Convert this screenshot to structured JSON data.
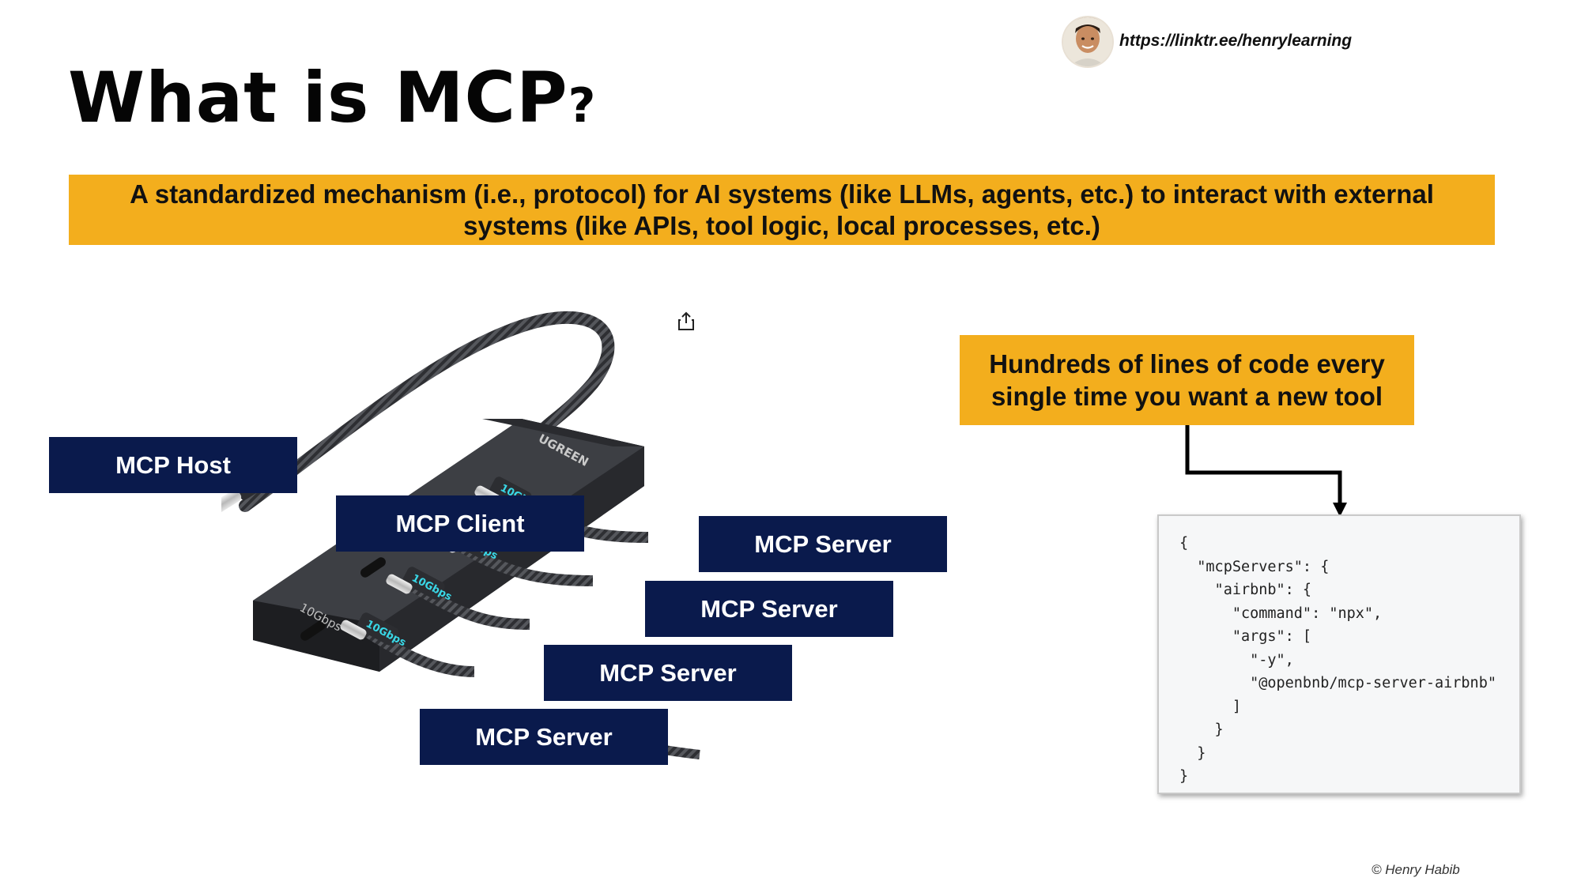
{
  "header": {
    "link_text": "https://linktr.ee/henrylearning",
    "title_main": "What is MCP",
    "title_qmark": "?"
  },
  "banner": {
    "text": "A standardized mechanism (i.e., protocol) for AI systems (like LLMs, agents, etc.) to interact with external systems (like APIs, tool logic, local processes, etc.)"
  },
  "diagram": {
    "host_label": "MCP Host",
    "client_label": "MCP Client",
    "server_labels": [
      "MCP Server",
      "MCP Server",
      "MCP Server",
      "MCP Server"
    ],
    "hub_brand": "UGREEN",
    "hub_port_label": "10Gbps",
    "plug_label": "10Gbps"
  },
  "callout": {
    "line1": "Hundreds of lines of code every",
    "line2": "single time you want a new tool"
  },
  "code": {
    "lines": [
      "{",
      "  \"mcpServers\": {",
      "    \"airbnb\": {",
      "      \"command\": \"npx\",",
      "      \"args\": [",
      "        \"-y\",",
      "        \"@openbnb/mcp-server-airbnb\"",
      "      ]",
      "    }",
      "  }",
      "}"
    ]
  },
  "footer": {
    "copyright": "© Henry Habib"
  },
  "colors": {
    "accent_orange": "#f3ae1d",
    "navy": "#0a1a4c",
    "plug_label_teal": "#39d7e6"
  }
}
